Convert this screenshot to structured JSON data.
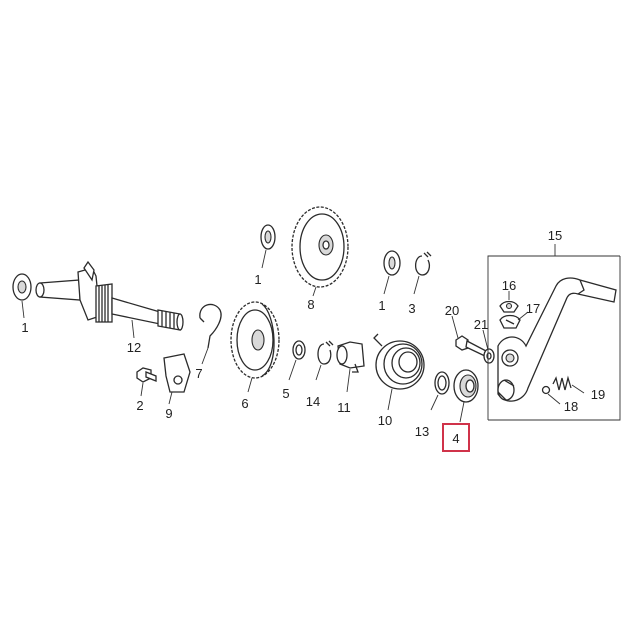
{
  "callouts": {
    "c1a": "1",
    "c1b": "1",
    "c1c": "1",
    "c2": "2",
    "c3": "3",
    "c4": "4",
    "c5": "5",
    "c6": "6",
    "c7": "7",
    "c8": "8",
    "c9": "9",
    "c10": "10",
    "c11": "11",
    "c12": "12",
    "c13": "13",
    "c14": "14",
    "c15": "15",
    "c16": "16",
    "c17": "17",
    "c18": "18",
    "c19": "19",
    "c20": "20",
    "c21": "21"
  },
  "highlight": {
    "part": "4",
    "color": "#d0334a"
  },
  "colors": {
    "line": "#2b2b2b",
    "shade": "#d9d9d9",
    "background": "#ffffff"
  }
}
